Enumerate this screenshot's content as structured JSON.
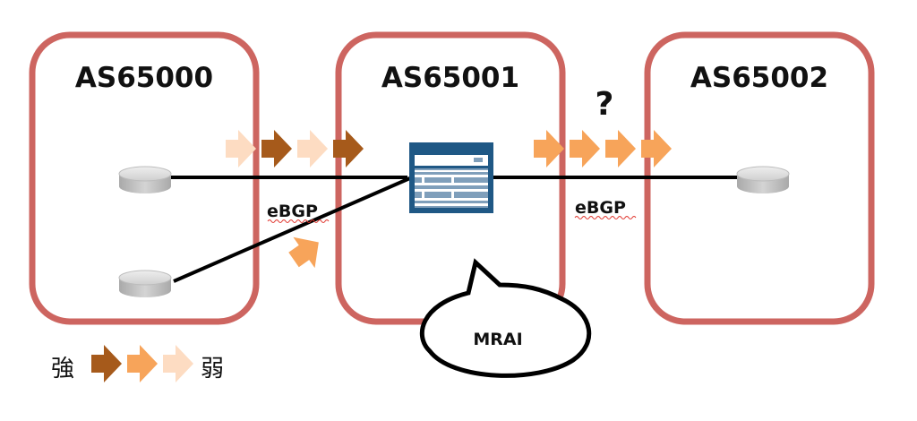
{
  "colors": {
    "as_box": "#cd6560",
    "arrow_strong": "#a65a1b",
    "arrow_medium": "#f7a45a",
    "arrow_weak": "#fddcc2",
    "link": "#000000",
    "router_top": "#d9d9d9",
    "router_side": "#b8b8b8",
    "switch_frame": "#1f5885",
    "switch_panel": "#7f9fbb",
    "squiggle": "#e0342c"
  },
  "as_boxes": [
    {
      "id": "as65000",
      "label": "AS65000"
    },
    {
      "id": "as65001",
      "label": "AS65001"
    },
    {
      "id": "as65002",
      "label": "AS65002"
    }
  ],
  "links": [
    {
      "label": "eBGP",
      "from": "AS65000",
      "to": "AS65001"
    },
    {
      "label": "eBGP",
      "from": "AS65001",
      "to": "AS65002"
    }
  ],
  "question_mark": "?",
  "callout": {
    "label": "MRAI"
  },
  "arrows_left_top": [
    "weak",
    "strong",
    "weak",
    "strong"
  ],
  "arrows_left_bottom": [
    "medium"
  ],
  "arrows_right": [
    "medium",
    "medium",
    "medium",
    "medium"
  ],
  "legend": {
    "strong_label": "強",
    "weak_label": "弱",
    "scale": [
      "strong",
      "medium",
      "weak"
    ]
  }
}
